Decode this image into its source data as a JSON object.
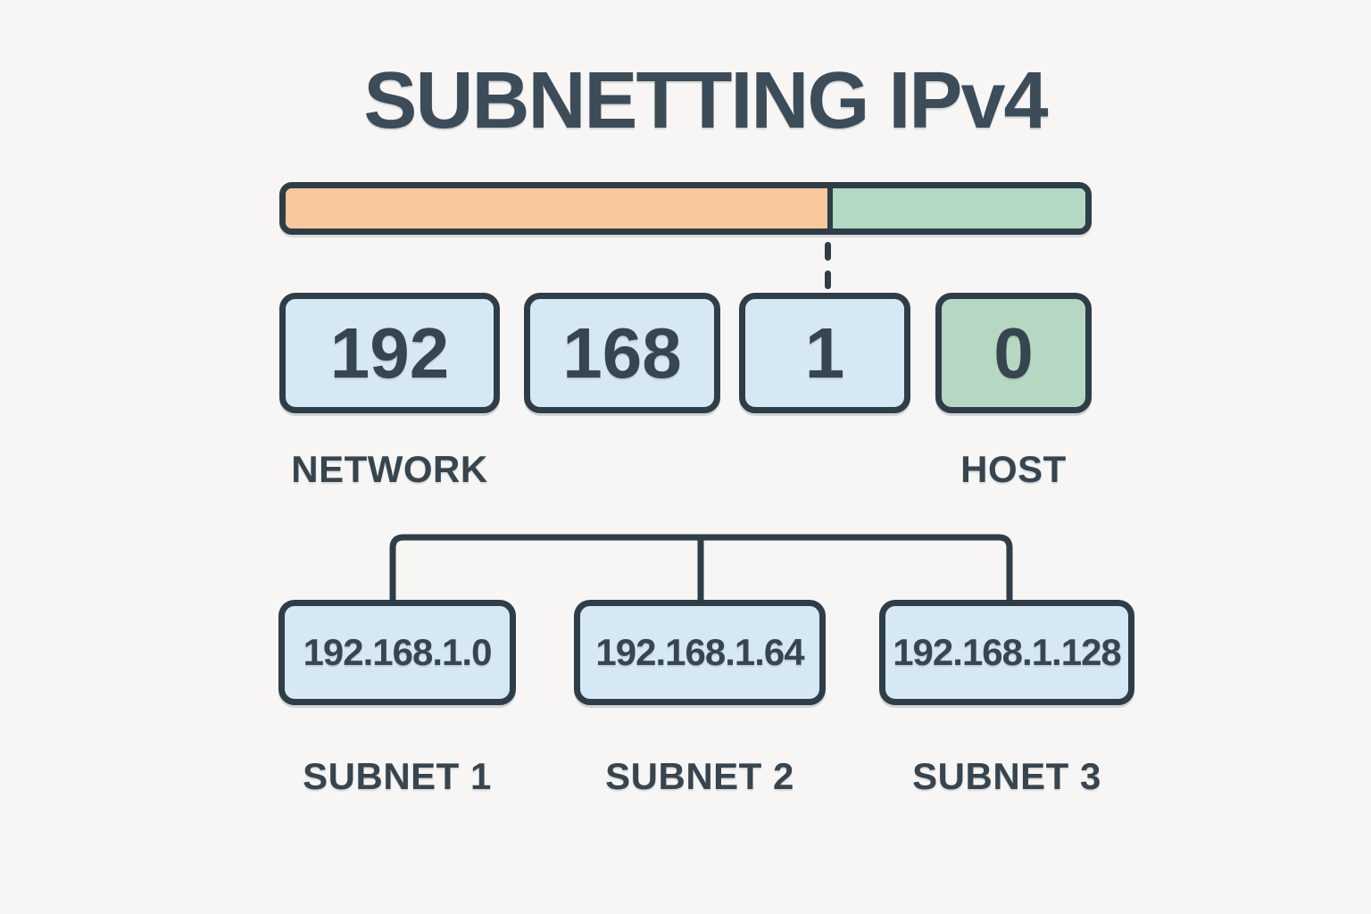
{
  "title": "SUBNETTING IPv4",
  "colors": {
    "background": "#f7f6f4",
    "ink_outline": "#2e3d48",
    "text": "#36454f",
    "network_segment_fill": "#f8c89c",
    "host_segment_fill": "#b3d9c3",
    "octet_blue_fill": "#d6e8f3",
    "octet_green_fill": "#b6d8c2",
    "subnet_box_fill": "#d6e8f3"
  },
  "address_bar": {
    "network_fraction": 0.68,
    "host_fraction": 0.32
  },
  "octets": [
    {
      "value": "192",
      "kind": "network"
    },
    {
      "value": "168",
      "kind": "network"
    },
    {
      "value": "1",
      "kind": "network"
    },
    {
      "value": "0",
      "kind": "host"
    }
  ],
  "section_labels": {
    "network": "NETWORK",
    "host": "HOST"
  },
  "subnets": [
    {
      "address": "192.168.1.0",
      "label": "SUBNET 1"
    },
    {
      "address": "192.168.1.64",
      "label": "SUBNET 2"
    },
    {
      "address": "192.168.1.128",
      "label": "SUBNET 3"
    }
  ]
}
